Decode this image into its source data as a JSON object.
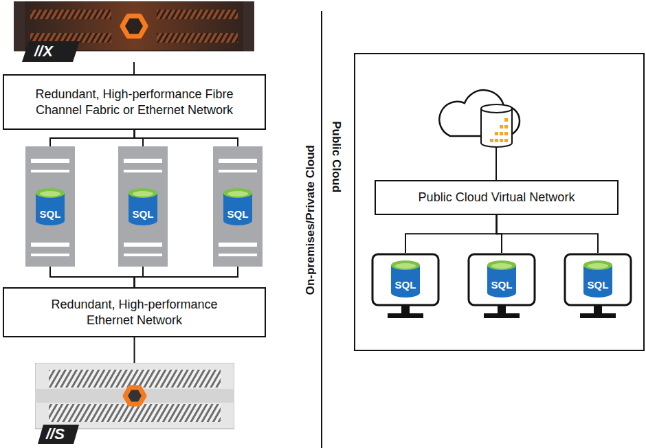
{
  "diagram": {
    "nodes": [
      {
        "text": [
          "//X"
        ]
      },
      {
        "text": [
          "Redundant, High-performance Fibre Channel Fabric or Ethernet Network"
        ]
      },
      {
        "text": [
          "SQL"
        ]
      },
      {
        "text": [
          "SQL"
        ]
      },
      {
        "text": [
          "SQL"
        ]
      },
      {
        "text": [
          "Redundant, High-performance Ethernet Network"
        ]
      },
      {
        "text": [
          "//S"
        ]
      },
      {
        "text": [
          "Public Cloud Virtual Network"
        ]
      },
      {
        "text": [
          "SQL"
        ]
      },
      {
        "text": [
          "SQL"
        ]
      },
      {
        "text": [
          "SQL"
        ]
      }
    ],
    "edges": [
      {
        "from": 0,
        "to": 1,
        "arrow": "none"
      },
      {
        "from": 1,
        "to": 2,
        "arrow": "none"
      },
      {
        "from": 1,
        "to": 3,
        "arrow": "none"
      },
      {
        "from": 1,
        "to": 4,
        "arrow": "none"
      },
      {
        "from": 2,
        "to": 5,
        "arrow": "none"
      },
      {
        "from": 3,
        "to": 5,
        "arrow": "none"
      },
      {
        "from": 4,
        "to": 5,
        "arrow": "none"
      },
      {
        "from": 5,
        "to": 6,
        "arrow": "none"
      },
      {
        "from": 7,
        "to": 8,
        "arrow": "none"
      },
      {
        "from": 7,
        "to": 9,
        "arrow": "none"
      },
      {
        "from": 7,
        "to": 10,
        "arrow": "none"
      }
    ],
    "labels": [
      "On-premises/Private Cloud",
      "Public Cloud"
    ]
  }
}
